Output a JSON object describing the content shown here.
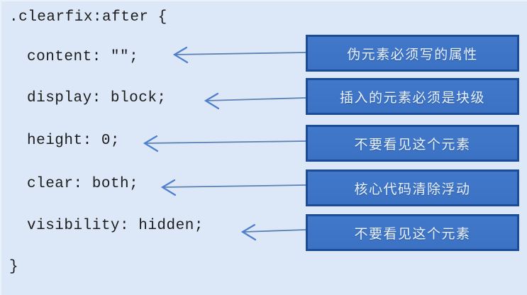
{
  "code": {
    "lines": [
      {
        "text": ".clearfix:after {"
      },
      {
        "text": "content: \"\";"
      },
      {
        "text": "display: block;"
      },
      {
        "text": "height: 0;"
      },
      {
        "text": "clear: both;"
      },
      {
        "text": "visibility: hidden;"
      },
      {
        "text": "}"
      }
    ]
  },
  "annotations": {
    "items": [
      {
        "label": "伪元素必须写的属性"
      },
      {
        "label": "插入的元素必须是块级"
      },
      {
        "label": "不要看见这个元素"
      },
      {
        "label": "核心代码清除浮动"
      },
      {
        "label": "不要看见这个元素"
      }
    ]
  },
  "colors": {
    "background": "#dce8f7",
    "box_fill": "#3b72c3",
    "box_fill_top": "#4278ca",
    "box_border": "#1c4c97",
    "box_text": "#e9f1fc",
    "code_text": "#1c1c1c",
    "arrow_line": "#5b81b5",
    "arrow_head": "#4c7ed0"
  }
}
